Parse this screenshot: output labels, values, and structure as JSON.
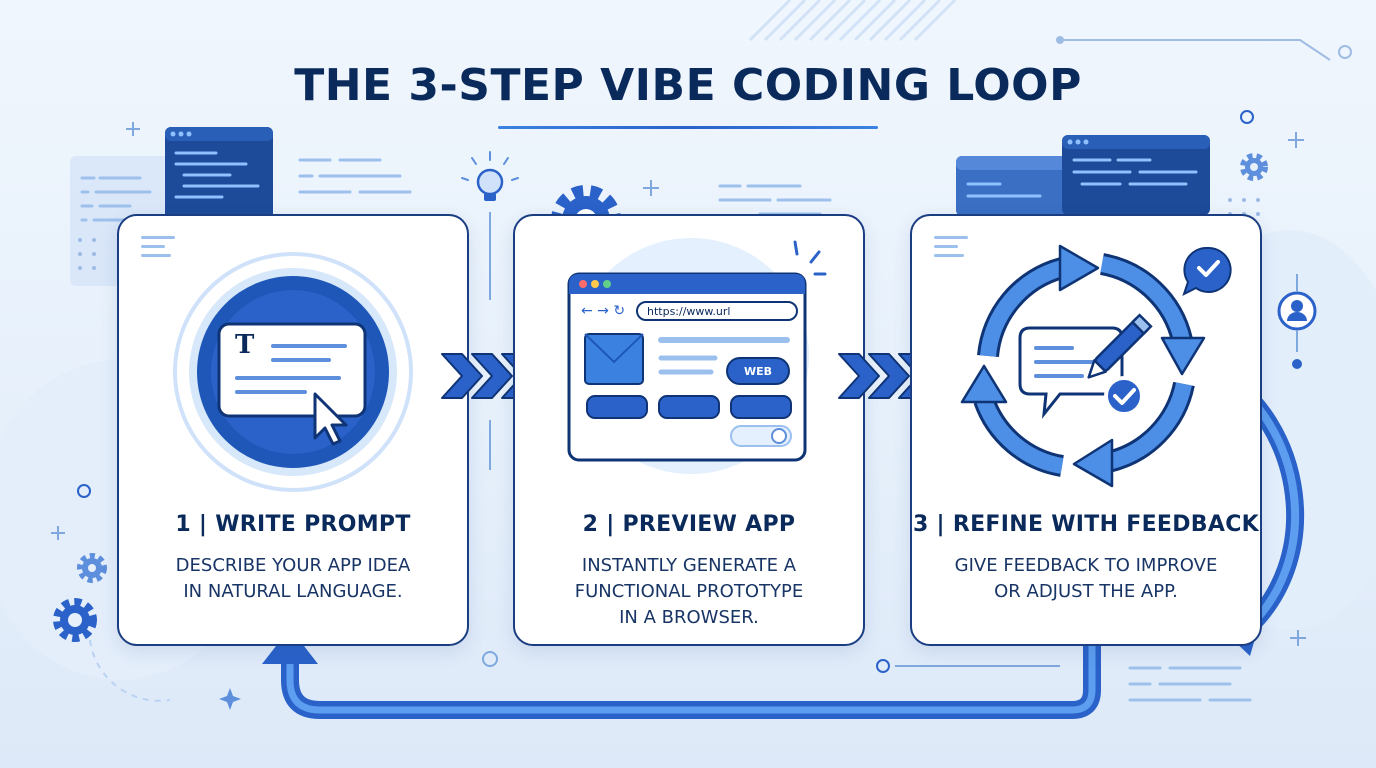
{
  "title": "THE 3-STEP VIBE CODING LOOP",
  "steps": [
    {
      "title": "1 | WRITE PROMPT",
      "description": "DESCRIBE YOUR APP IDEA\nIN NATURAL LANGUAGE.",
      "icon": "text-prompt-icon"
    },
    {
      "title": "2 | PREVIEW APP",
      "description": "INSTANTLY GENERATE A\nFUNCTIONAL PROTOTYPE\nIN A BROWSER.",
      "icon": "browser-preview-icon",
      "browser": {
        "url": "https://www.url",
        "badge": "WEB"
      }
    },
    {
      "title": "3 | REFINE WITH FEEDBACK",
      "description": "GIVE FEEDBACK TO IMPROVE\nOR ADJUST THE APP.",
      "icon": "refine-cycle-icon"
    }
  ],
  "prompt_glyph": "T",
  "colors": {
    "navy": "#0b2a5c",
    "blue": "#2a62c9",
    "light_blue": "#3b82e0",
    "pale_blue": "#cfe2fa"
  }
}
